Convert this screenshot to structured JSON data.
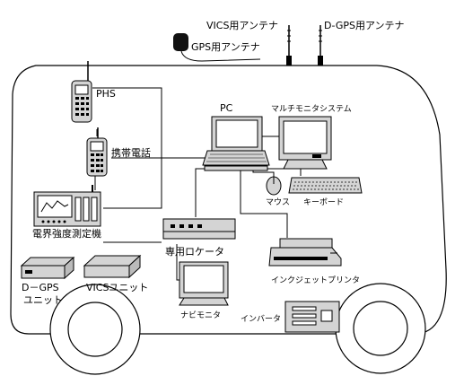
{
  "labels": {
    "vics_antenna": "VICS用アンテナ",
    "dgps_antenna": "D-GPS用アンテナ",
    "gps_antenna": "GPS用アンテナ",
    "phs": "PHS",
    "pc": "PC",
    "multimonitor": "マルチモニタシステム",
    "mobile_phone": "携帯電話",
    "mouse": "マウス",
    "keyboard": "キーボード",
    "field_meter": "電界強度測定機",
    "router": "専用ロケータ",
    "dgps_unit_line1": "D－GPS",
    "dgps_unit_line2": "ユニット",
    "vics_unit": "VICSユニット",
    "inkjet_printer": "インクジェットプリンタ",
    "navi_monitor": "ナビモニタ",
    "inverter": "インバータ"
  }
}
